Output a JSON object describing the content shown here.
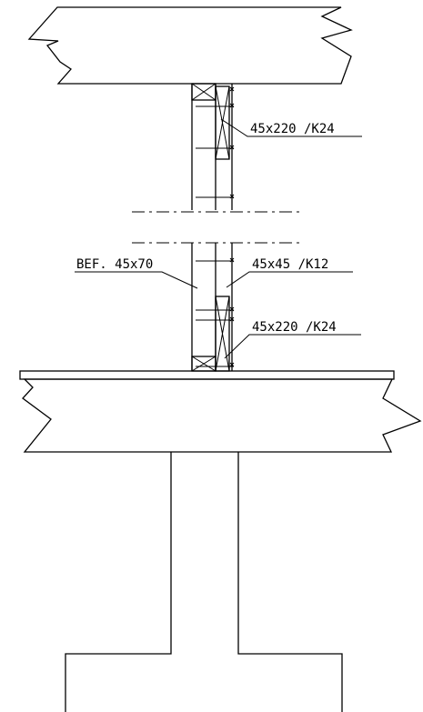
{
  "labels": {
    "top_board": "45x220 /K24",
    "bef_batten": "BEF. 45x70",
    "mid_batten": "45x45 /K12",
    "bottom_board": "45x220 /K24"
  }
}
